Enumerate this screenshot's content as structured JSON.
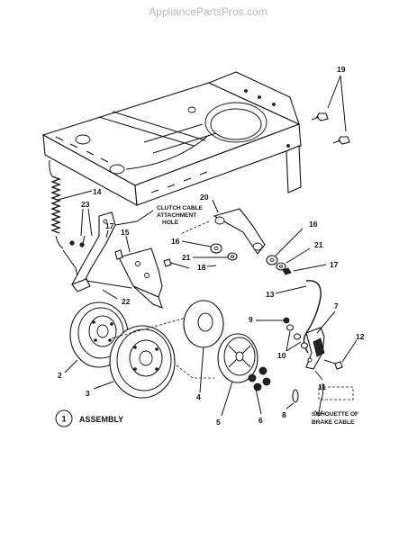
{
  "watermark": "AppliancePartsPros.com",
  "callouts": {
    "c19": "19",
    "c14": "14",
    "c23": "23",
    "c20": "20",
    "c17a": "17",
    "c15": "15",
    "c16a": "16",
    "c16b": "16",
    "c21a": "21",
    "c21b": "21",
    "c18": "18",
    "c17b": "17",
    "c22": "22",
    "c13": "13",
    "c9": "9",
    "c7": "7",
    "c12": "12",
    "c10": "10",
    "c11": "11",
    "c2": "2",
    "c3": "3",
    "c4": "4",
    "c5": "5",
    "c6": "6",
    "c8": "8"
  },
  "notes": {
    "clutch_line1": "CLUTCH CABLE",
    "clutch_line2": "ATTACHMENT",
    "clutch_line3": "HOLE",
    "silhouette_line1": "SILHOUETTE OF",
    "silhouette_line2": "BRAKE CABLE"
  },
  "assembly": {
    "number": "1",
    "label": "ASSEMBLY"
  }
}
